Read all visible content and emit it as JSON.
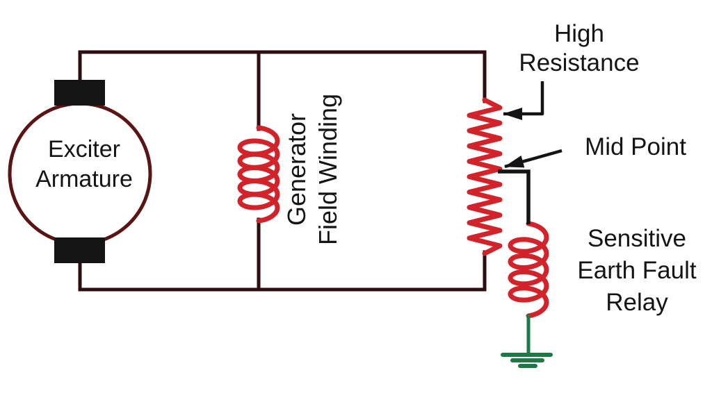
{
  "diagram": {
    "exciter_armature": {
      "label_line1": "Exciter",
      "label_line2": "Armature"
    },
    "generator_field_winding": {
      "label_line1": "Generator",
      "label_line2": "Field Winding"
    },
    "high_resistance": {
      "label_line1": "High",
      "label_line2": "Resistance"
    },
    "mid_point": {
      "label": "Mid Point"
    },
    "sensitive_earth_fault_relay": {
      "label_line1": "Sensitive",
      "label_line2": "Earth Fault",
      "label_line3": "Relay"
    }
  },
  "colors": {
    "wire": "#2e0d12",
    "component-red": "#d2232b",
    "earth-green": "#1b7a46",
    "ink": "#141414",
    "armature-outline": "#5a1414",
    "background": "#ffffff"
  }
}
